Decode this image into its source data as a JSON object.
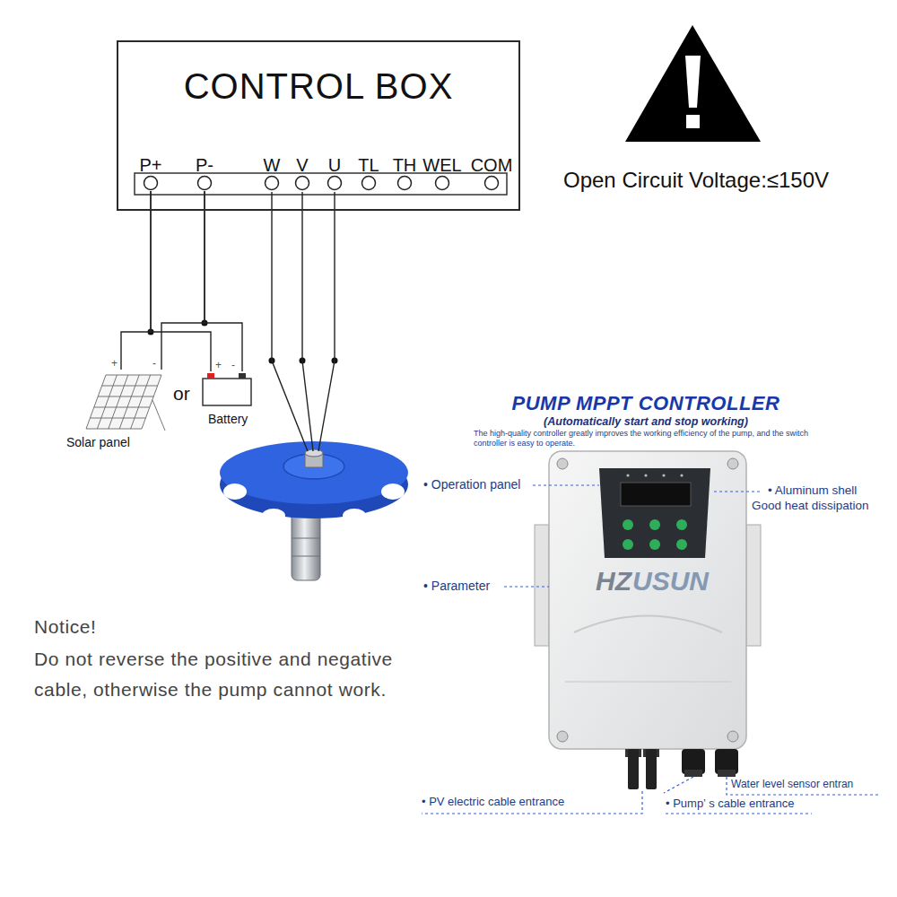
{
  "diagram": {
    "nodes": [
      {
        "text": [
          "CONTROL BOX"
        ]
      },
      {
        "text": [
          "P+"
        ],
        "in": 0
      },
      {
        "text": [
          "P-"
        ],
        "in": 0
      },
      {
        "text": [
          "W"
        ],
        "in": 0
      },
      {
        "text": [
          "V"
        ],
        "in": 0
      },
      {
        "text": [
          "U"
        ],
        "in": 0
      },
      {
        "text": [
          "TL"
        ],
        "in": 0
      },
      {
        "text": [
          "TH"
        ],
        "in": 0
      },
      {
        "text": [
          "WEL"
        ],
        "in": 0
      },
      {
        "text": [
          "COM"
        ],
        "in": 0
      },
      {
        "text": [
          "Solar panel"
        ]
      },
      {
        "text": [
          "Battery"
        ]
      }
    ],
    "edges": [
      {
        "from": 1,
        "to": 10,
        "arrow": "none"
      },
      {
        "from": 1,
        "to": 11,
        "arrow": "none"
      },
      {
        "from": 2,
        "to": 10,
        "arrow": "none"
      },
      {
        "from": 2,
        "to": 11,
        "arrow": "none"
      }
    ],
    "labels": [
      "Open Circuit Voltage:≤150V",
      "+",
      "-",
      "or",
      "+",
      "-",
      "Notice!",
      "Do not reverse the positive and negative cable, otherwise the pump cannot work.",
      "PUMP MPPT CONTROLLER",
      "(Automatically start and stop working)",
      "The high-quality controller greatly improves the working efficiency of the pump, and the switch controller is easy to operate.",
      "• Operation panel",
      "• Aluminum shell",
      "Good heat dissipation",
      "• Parameter",
      "HZ",
      "USUN",
      "Water level sensor entran",
      "• PV electric cable entrance",
      "• Pump’ s cable entrance"
    ]
  }
}
